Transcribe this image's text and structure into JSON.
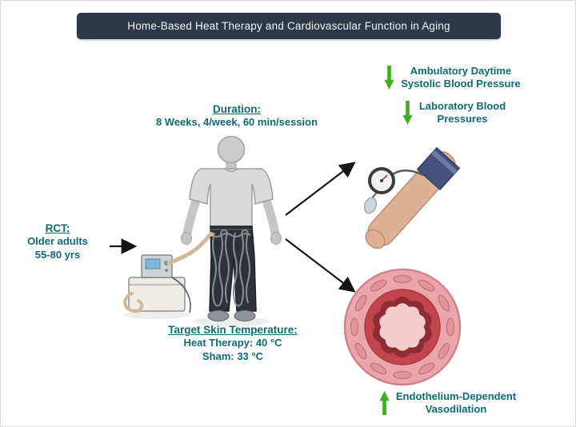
{
  "title": "Home-Based Heat Therapy and Cardiovascular Function in Aging",
  "rct": {
    "heading": "RCT:",
    "line1": "Older adults",
    "line2": "55-80 yrs"
  },
  "duration": {
    "heading": "Duration:",
    "detail": "8 Weeks, 4/week, 60 min/session"
  },
  "target_temperature": {
    "heading": "Target Skin Temperature:",
    "line1": "Heat Therapy: 40 °C",
    "line2": "Sham: 33 °C"
  },
  "outcomes": {
    "ambulatory": {
      "direction": "decrease",
      "line1": "Ambulatory Daytime",
      "line2": "Systolic Blood Pressure"
    },
    "laboratory": {
      "direction": "decrease",
      "line1": "Laboratory Blood",
      "line2": "Pressures"
    },
    "vasodilation": {
      "direction": "increase",
      "line1": "Endothelium-Dependent",
      "line2": "Vasodilation"
    }
  },
  "icons": {
    "decrease": "green-down-arrow",
    "increase": "green-up-arrow",
    "intervention": "person-wearing-water-perfused-pants-with-pump",
    "bp_outcome": "arm-with-blood-pressure-cuff",
    "vascular_outcome": "blood-vessel-cross-section"
  },
  "colors": {
    "title_bg": "#2b3948",
    "teal_text": "#0e6b74",
    "arrow_green": "#3faf20",
    "vessel_red": "#c2454d"
  }
}
